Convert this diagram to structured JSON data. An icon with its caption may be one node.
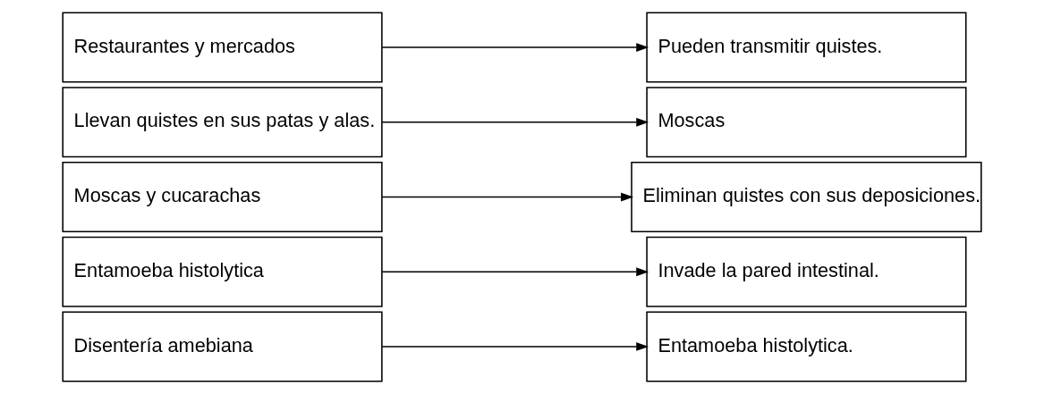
{
  "diagram": {
    "nodes": [
      {
        "text": [
          "Disentería amebiana"
        ]
      },
      {
        "text": [
          "Entamoeba histolytica"
        ]
      },
      {
        "text": [
          "Moscas y cucarachas"
        ]
      },
      {
        "text": [
          "Llevan quistes en sus patas y alas."
        ]
      },
      {
        "text": [
          "Restaurantes y mercados"
        ]
      },
      {
        "text": [
          "Eliminan quistes con sus deposiciones."
        ]
      },
      {
        "text": [
          "Pueden transmitir quistes."
        ]
      },
      {
        "text": [
          "Invade la pared intestinal."
        ]
      },
      {
        "text": [
          "Entamoeba histolytica."
        ]
      },
      {
        "text": [
          "Moscas"
        ]
      }
    ],
    "edges": [
      {
        "from": 0,
        "to": 8,
        "arrow": "to"
      },
      {
        "from": 1,
        "to": 7,
        "arrow": "to"
      },
      {
        "from": 2,
        "to": 5,
        "arrow": "to"
      },
      {
        "from": 3,
        "to": 9,
        "arrow": "to"
      },
      {
        "from": 4,
        "to": 6,
        "arrow": "to"
      }
    ]
  }
}
